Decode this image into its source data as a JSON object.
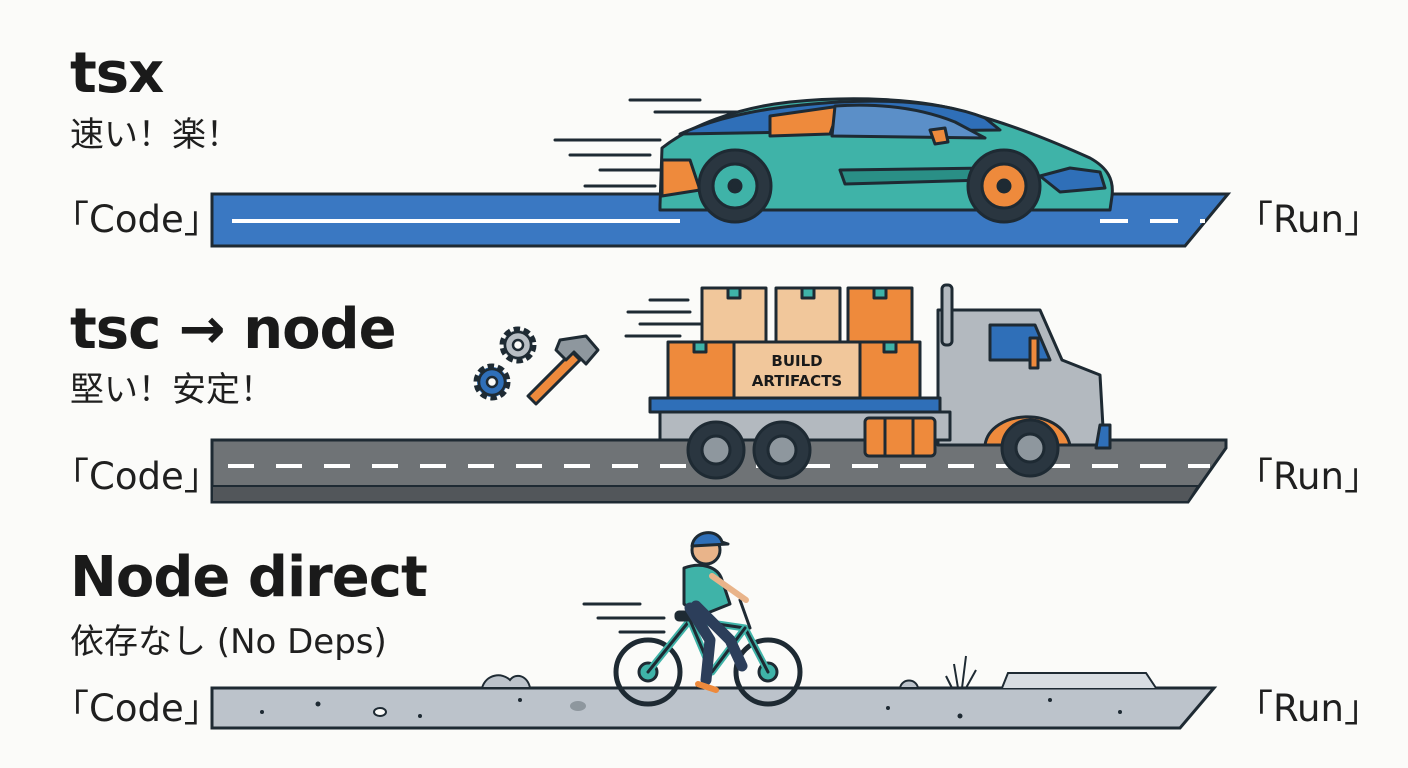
{
  "lanes": [
    {
      "id": "tsx",
      "title": "tsx",
      "subtitle": "速い！楽！",
      "start_label": "「Code」",
      "end_label": "「Run」",
      "vehicle": "sports-car-icon",
      "road_color": "#3a78c2"
    },
    {
      "id": "tsc-node",
      "title": "tsc → node",
      "subtitle": "堅い！安定！",
      "start_label": "「Code」",
      "end_label": "「Run」",
      "vehicle": "truck-icon",
      "cargo_label_line1": "BUILD",
      "cargo_label_line2": "ARTIFACTS",
      "road_color": "#6f7376"
    },
    {
      "id": "node-direct",
      "title": "Node direct",
      "subtitle": "依存なし (No Deps)",
      "start_label": "「Code」",
      "end_label": "「Run」",
      "vehicle": "bicycle-icon",
      "road_color": "#bcc3cb"
    }
  ],
  "colors": {
    "outline": "#1e2a33",
    "orange": "#ee8a3c",
    "teal": "#3fb3a8",
    "blue": "#2f6fb8",
    "cardboard": "#f1c79b"
  }
}
